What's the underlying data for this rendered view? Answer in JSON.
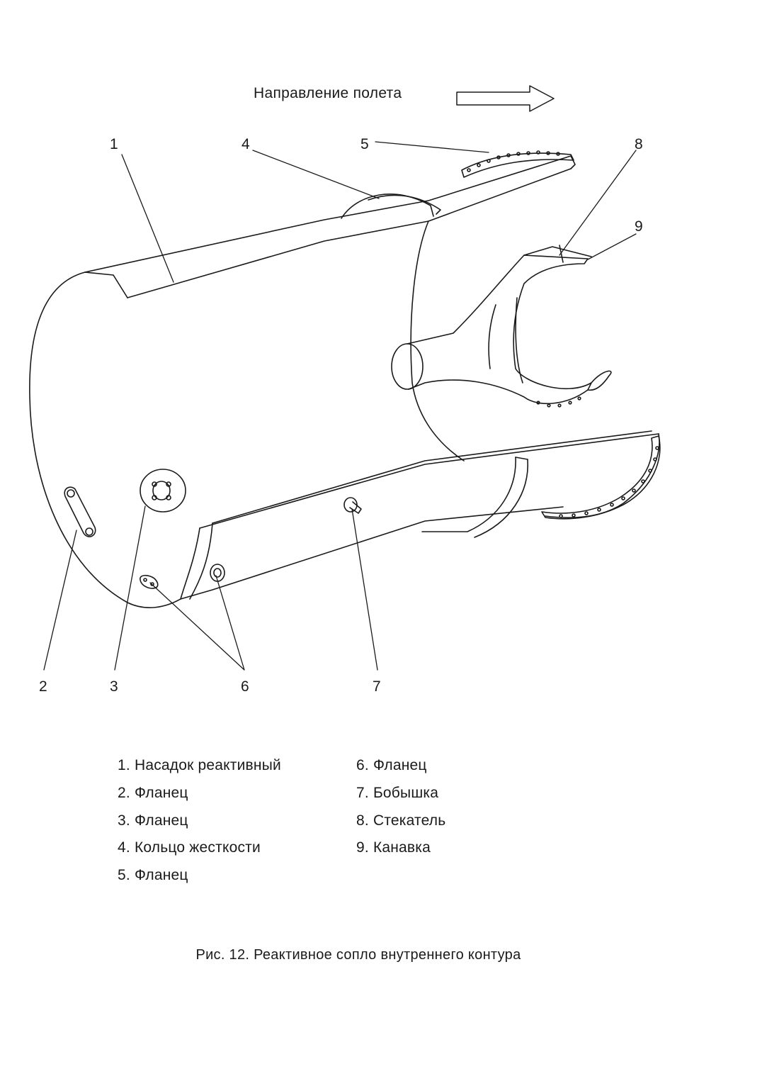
{
  "flight_direction": "Направление полета",
  "callouts": [
    "1",
    "2",
    "3",
    "4",
    "5",
    "6",
    "7",
    "8",
    "9"
  ],
  "legend": [
    "1. Насадок реактивный",
    "2. Фланец",
    "3. Фланец",
    "4. Кольцо жесткости",
    "5. Фланец",
    "6. Фланец",
    "7. Бобышка",
    "8. Стекатель",
    "9. Канавка"
  ],
  "caption": "Рис. 12. Реактивное сопло внутреннего контура"
}
